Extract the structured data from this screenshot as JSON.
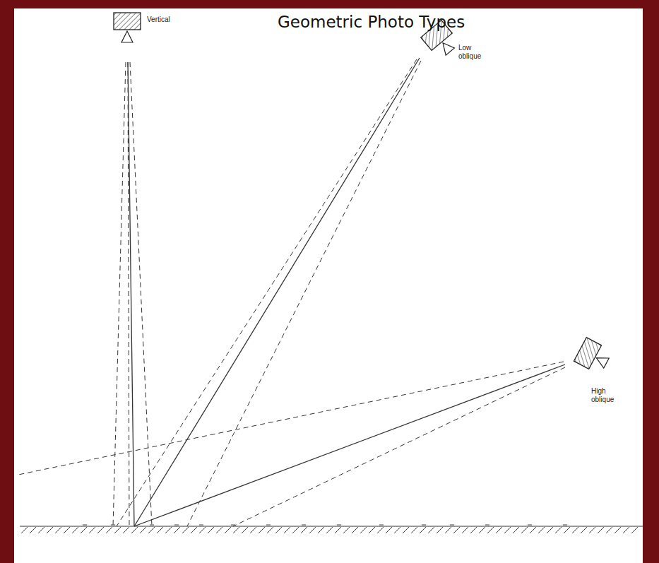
{
  "diagram": {
    "title": "Geometric Photo Types",
    "labels": [
      "Vertical",
      "Low oblique",
      "High oblique"
    ]
  }
}
